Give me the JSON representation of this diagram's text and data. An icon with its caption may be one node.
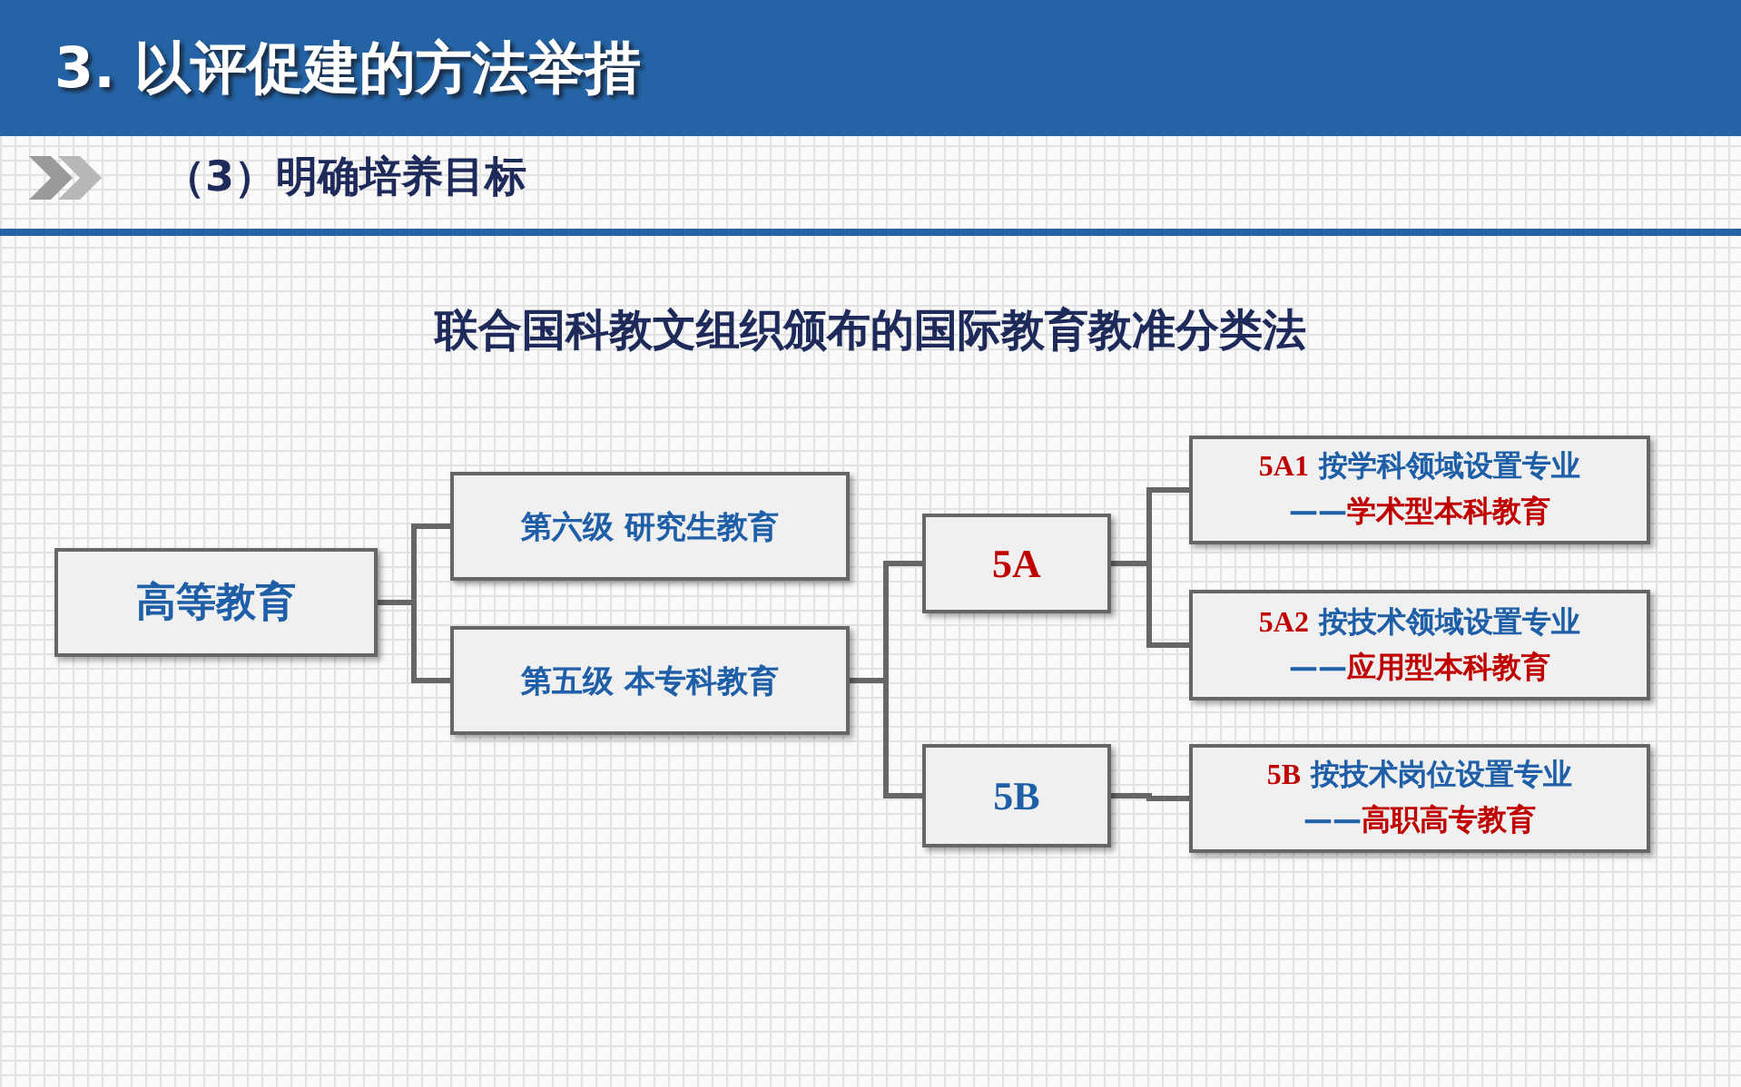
{
  "diagram": {
    "title": "3. 以评促建的方法举措",
    "labels": [
      "（3）明确培养目标",
      "联合国科教文组织颁布的国际教育教准分类法"
    ],
    "nodes": [
      {
        "text": [
          "高等教育"
        ]
      },
      {
        "text": [
          "第六级 研究生教育"
        ]
      },
      {
        "text": [
          "第五级 本专科教育"
        ]
      },
      {
        "text": [
          "5A"
        ]
      },
      {
        "text": [
          "5B"
        ]
      },
      {
        "text": [
          "5A1 按学科领域设置专业",
          "——学术型本科教育"
        ]
      },
      {
        "text": [
          "5A2 按技术领域设置专业",
          "——应用型本科教育"
        ]
      },
      {
        "text": [
          "5B 按技术岗位设置专业",
          "——高职高专教育"
        ]
      }
    ],
    "edges": [
      {
        "from": 0,
        "to": 1,
        "arrow": "none"
      },
      {
        "from": 0,
        "to": 2,
        "arrow": "none"
      },
      {
        "from": 2,
        "to": 3,
        "arrow": "none"
      },
      {
        "from": 2,
        "to": 4,
        "arrow": "none"
      },
      {
        "from": 3,
        "to": 5,
        "arrow": "none"
      },
      {
        "from": 3,
        "to": 6,
        "arrow": "none"
      },
      {
        "from": 4,
        "to": 7,
        "arrow": "none"
      }
    ]
  }
}
